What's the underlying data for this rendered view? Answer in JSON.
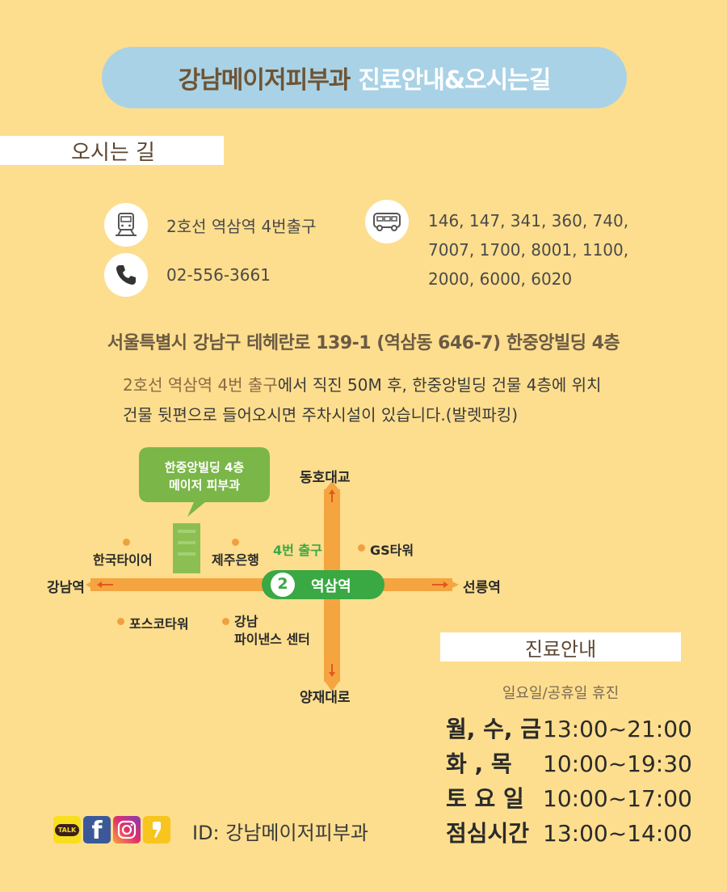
{
  "title": {
    "clinic": "강남메이저피부과",
    "suffix": "진료안내&오시는길"
  },
  "directions": {
    "heading": "오시는 길",
    "subway": "2호선 역삼역 4번출구",
    "phone": "02-556-3661",
    "bus_lines": [
      "146, 147, 341, 360, 740,",
      "7007, 1700, 8001, 1100,",
      "2000, 6000, 6020"
    ],
    "address": "서울특별시 강남구 테헤란로 139-1 (역삼동 646-7) 한중앙빌딩 4층",
    "desc_line1_hl": "2호선 역삼역 4번 출구",
    "desc_line1_rest": "에서 직진 50M 후, 한중앙빌딩 건물 4층에 위치",
    "desc_line2": "건물 뒷편으로 들어오시면 주차시설이 있습니다.(발렛파킹)"
  },
  "map": {
    "bubble_line1": "한중앙빌딩 4층",
    "bubble_line2": "메이저 피부과",
    "north": "동호대교",
    "south": "양재대로",
    "west": "강남역",
    "east": "선릉역",
    "station_number": "2",
    "station_name": "역삼역",
    "exit_label": "4번 출구",
    "landmarks": {
      "hankook": "한국타이어",
      "jeju": "제주은행",
      "gs": "GS타워",
      "posco": "포스코타워",
      "finance_line1": "강남",
      "finance_line2": "파이낸스 센터"
    }
  },
  "hours": {
    "heading": "진료안내",
    "closed_note": "일요일/공휴일 휴진",
    "rows": [
      {
        "day": "월, 수, 금",
        "time": "13:00~21:00"
      },
      {
        "day": "화  ,  목",
        "time": "10:00~19:30"
      },
      {
        "day": "토 요 일",
        "time": "10:00~17:00"
      },
      {
        "day": "점심시간",
        "time": "13:00~14:00"
      }
    ]
  },
  "social": {
    "id_text": "ID: 강남메이저피부과",
    "kakao_label": "TALK",
    "facebook_label": "f",
    "icons": [
      "kakaotalk-icon",
      "facebook-icon",
      "instagram-icon",
      "kakaostory-icon"
    ]
  },
  "colors": {
    "background": "#fdde8e",
    "title_pill": "#a9d2e6",
    "road": "#f5a540",
    "station_green": "#3aa843",
    "bubble_green": "#7ab648"
  }
}
